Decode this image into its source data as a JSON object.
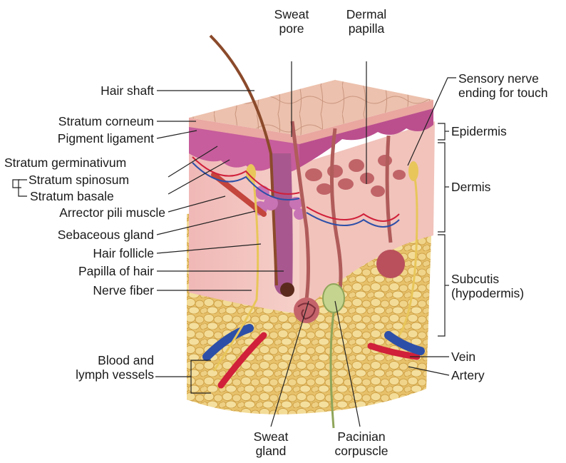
{
  "labels": {
    "sweat_pore": [
      "Sweat",
      "pore"
    ],
    "dermal_papilla": [
      "Dermal",
      "papilla"
    ],
    "sensory_nerve": [
      "Sensory nerve",
      "ending for touch"
    ],
    "hair_shaft": "Hair shaft",
    "stratum_corneum": "Stratum corneum",
    "pigment_ligament": "Pigment ligament",
    "stratum_germinativum": "Stratum germinativum",
    "stratum_spinosum": "Stratum spinosum",
    "stratum_basale": "Stratum basale",
    "arrector_pili": "Arrector pili muscle",
    "sebaceous_gland": "Sebaceous gland",
    "hair_follicle": "Hair follicle",
    "papilla_of_hair": "Papilla of hair",
    "nerve_fiber": "Nerve fiber",
    "blood_lymph": [
      "Blood and",
      "lymph vessels"
    ],
    "epidermis": "Epidermis",
    "dermis": "Dermis",
    "subcutis": [
      "Subcutis",
      "(hypodermis)"
    ],
    "vein": "Vein",
    "artery": "Artery",
    "sweat_gland": [
      "Sweat",
      "gland"
    ],
    "pacinian": [
      "Pacinian",
      "corpuscle"
    ]
  },
  "colors": {
    "label_text": "#1a1a1a",
    "leader_line": "#222222",
    "skin_surface": "#e9b9a6",
    "epidermis": "#c95c9a",
    "dermis": "#f2c2bd",
    "fat": "#e9c774",
    "vein": "#2d4fa8",
    "artery": "#d0203a",
    "nerve": "#e8c65a",
    "hair": "#8b4a2b"
  }
}
